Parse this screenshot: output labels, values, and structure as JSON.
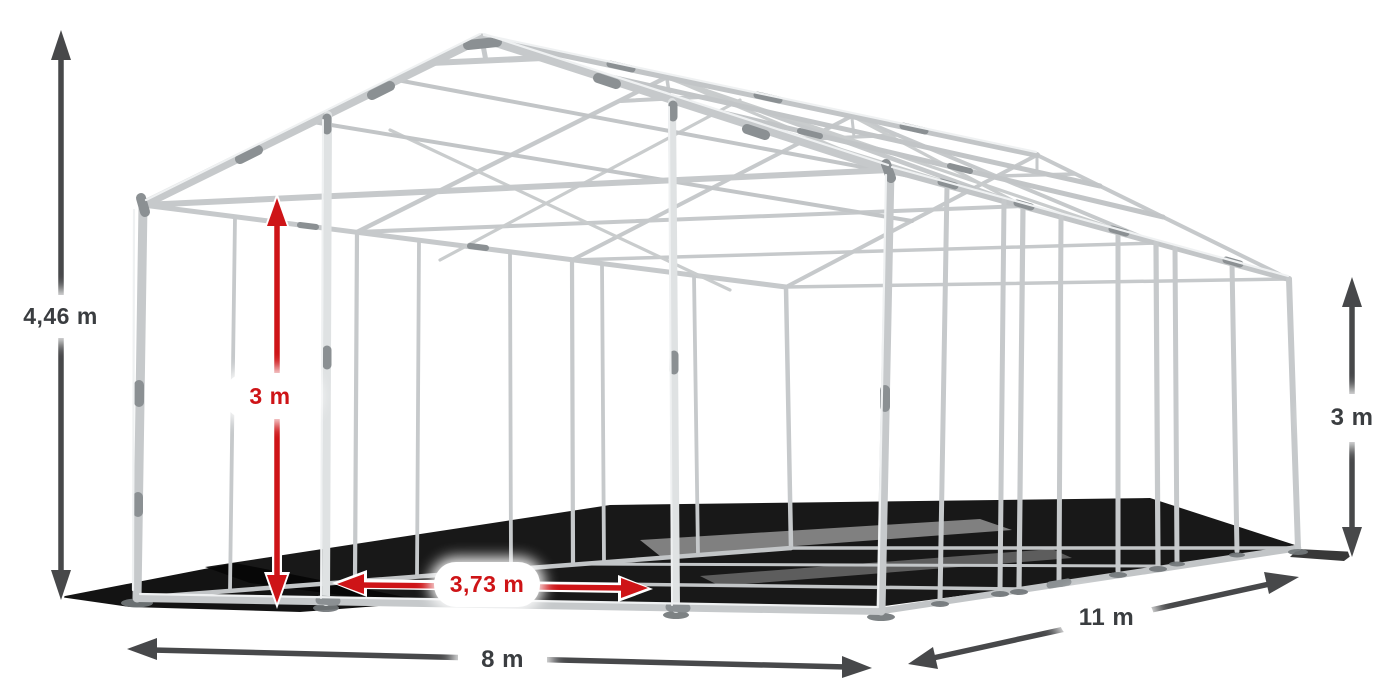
{
  "diagram": {
    "alt": "3D wireframe drawing of a tent steel frame with dimension arrows",
    "dimensions": {
      "total_height": {
        "label": "4,46 m"
      },
      "door_height": {
        "label": "3 m"
      },
      "door_width": {
        "label": "3,73 m"
      },
      "front_width": {
        "label": "8 m"
      },
      "side_length": {
        "label": "11 m"
      },
      "side_wall_height": {
        "label": "3 m"
      }
    },
    "colors": {
      "background": "#ffffff",
      "frame_tube": "#c6c9cb",
      "frame_tube_light": "#e3e6e7",
      "frame_joint": "#8b9093",
      "foot_plate": "#72777a",
      "ground_shadow": "#060606",
      "measure_arrow": "#47484a",
      "highlight_arrow": "#ce1417",
      "label_background": "#ffffff",
      "label_text_dark": "#3a3d40",
      "label_text_red": "#ce1417"
    }
  }
}
